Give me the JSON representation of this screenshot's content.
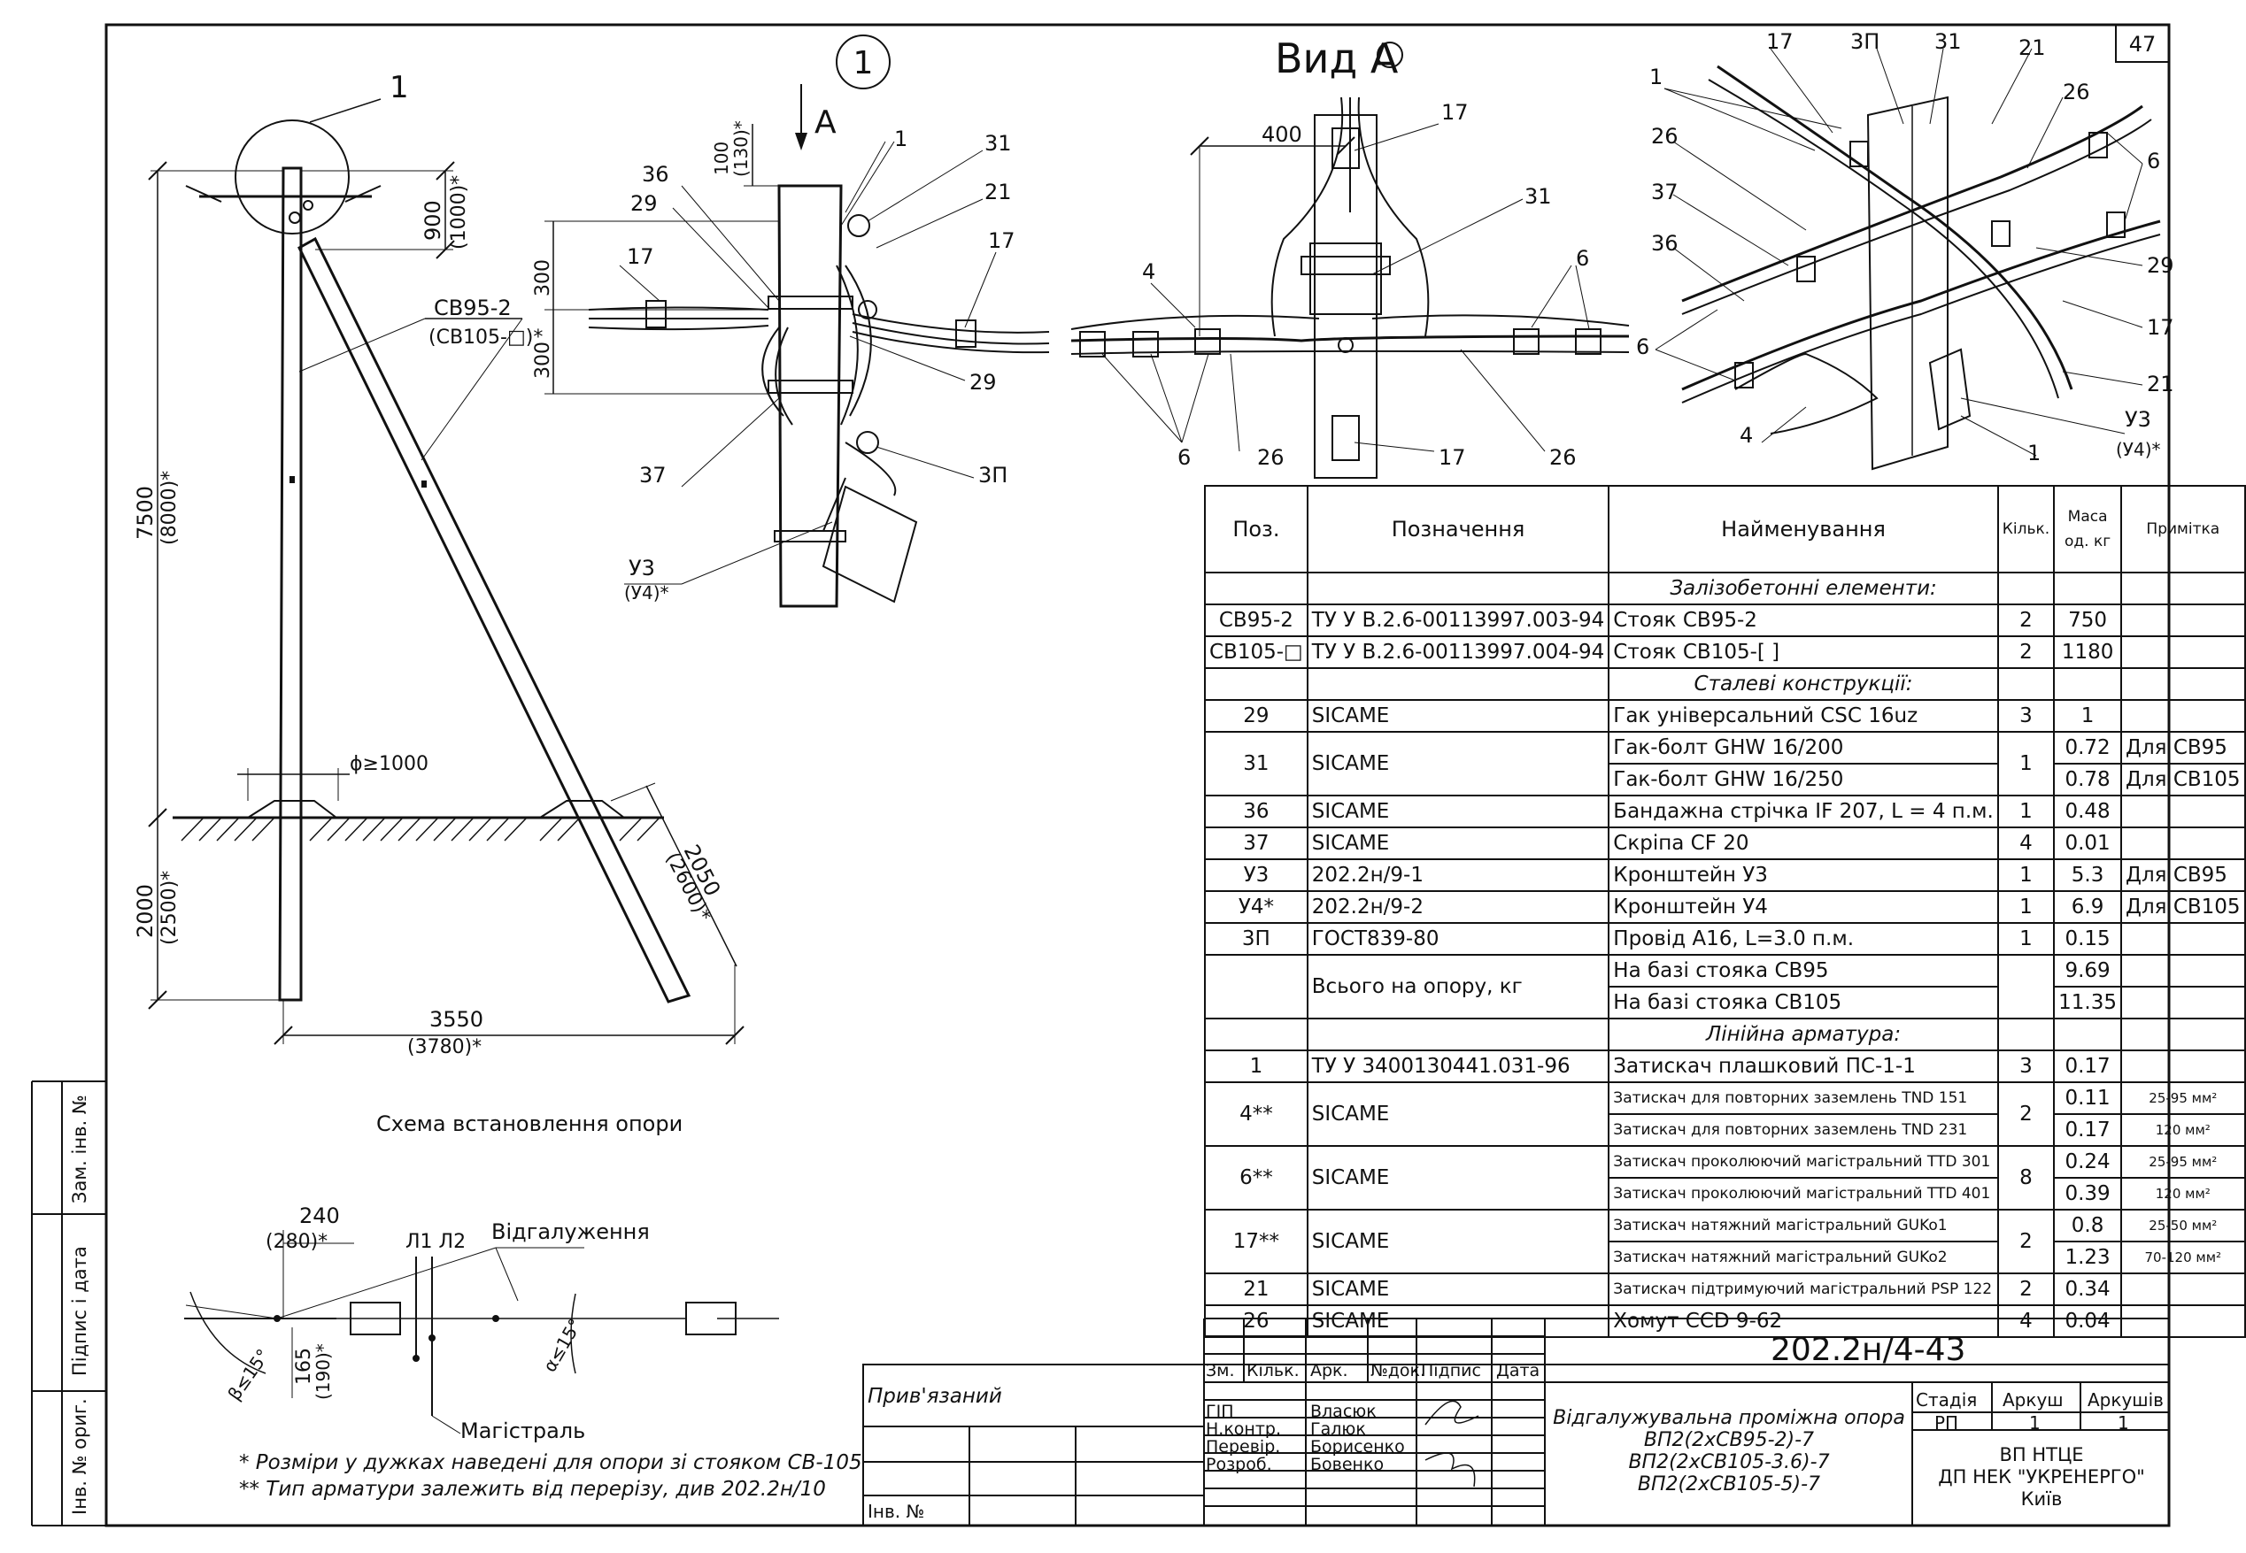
{
  "sheet": {
    "number": "47"
  },
  "callout_circle": "1",
  "view_title": "Вид А",
  "view_arrow": "А",
  "labels": {
    "pos_1": "1",
    "pos_3P": "3П",
    "pos_31": "31",
    "pos_21": "21",
    "pos_26": "26",
    "pos_17": "17",
    "pos_6": "6",
    "pos_29": "29",
    "pos_37": "37",
    "pos_36": "36",
    "pos_4": "4",
    "pos_U3": "У3",
    "pos_U4": "(У4)*",
    "cb95": "СВ95-2",
    "cb105": "(СВ105-□)*",
    "dim_900": "900",
    "dim_1000": "(1000)*",
    "dim_7500": "7500",
    "dim_8000": "(8000)*",
    "dim_2000": "2000",
    "dim_2500": "(2500)*",
    "dim_3550": "3550",
    "dim_3780": "(3780)*",
    "dim_2050": "2050",
    "dim_2600": "(2600)*",
    "dim_phi": "ϕ≥1000",
    "dim_300a": "300",
    "dim_300b": "300",
    "dim_100": "100",
    "dim_130": "(130)*",
    "dim_400": "400",
    "dim_240": "240",
    "dim_280": "(280)*",
    "dim_165": "165",
    "dim_190": "(190)*",
    "l1l2": "Л1 Л2",
    "branch": "Відгалуження",
    "main": "Магістраль",
    "angle_b": "β≤15°",
    "angle_a": "α≤15°",
    "scheme_caption": "Схема встановлення опори",
    "note1": "* Розміри у дужках наведені для опори зі стояком СВ-105",
    "note2": "** Тип арматури залежить від перерізу, див 202.2н/10"
  },
  "spec_table": {
    "headers": [
      "Поз.",
      "Позначення",
      "Найменування",
      "Кільк.",
      "Маса од. кг",
      "Примітка"
    ],
    "sections": {
      "concrete": "Залізобетонні елементи:",
      "steel": "Сталеві конструкції:",
      "fittings": "Лінійна арматура:"
    },
    "rows": {
      "r1": [
        "СВ95-2",
        "ТУ У В.2.6-00113997.003-94",
        "Стояк СВ95-2",
        "2",
        "750",
        ""
      ],
      "r2": [
        "СВ105-□",
        "ТУ У В.2.6-00113997.004-94",
        "Стояк СВ105-[    ]",
        "2",
        "1180",
        ""
      ],
      "r3": [
        "29",
        "SICAME",
        "Гак універсальний CSC 16uz",
        "3",
        "1",
        ""
      ],
      "r4a": [
        "31",
        "SICAME",
        "Гак-болт GHW 16/200",
        "1",
        "0.72",
        "Для СВ95"
      ],
      "r4b": [
        "",
        "",
        "Гак-болт GHW 16/250",
        "",
        "0.78",
        "Для СВ105"
      ],
      "r5": [
        "36",
        "SICAME",
        "Бандажна стрічка IF 207, L = 4 п.м.",
        "1",
        "0.48",
        ""
      ],
      "r6": [
        "37",
        "SICAME",
        "Скріпа CF 20",
        "4",
        "0.01",
        ""
      ],
      "r7": [
        "У3",
        "202.2н/9-1",
        "Кронштейн У3",
        "1",
        "5.3",
        "Для СВ95"
      ],
      "r8": [
        "У4*",
        "202.2н/9-2",
        "Кронштейн У4",
        "1",
        "6.9",
        "Для СВ105"
      ],
      "r9": [
        "3П",
        "ГОСТ839-80",
        "Провід А16, L=3.0 п.м.",
        "1",
        "0.15",
        ""
      ],
      "r10a": [
        "",
        "Всього на опору, кг",
        "На базі стояка СВ95",
        "",
        "9.69",
        ""
      ],
      "r10b": [
        "",
        "",
        "На базі стояка СВ105",
        "",
        "11.35",
        ""
      ],
      "r11": [
        "1",
        "ТУ У 3400130441.031-96",
        "Затискач плашковий ПС-1-1",
        "3",
        "0.17",
        ""
      ],
      "r12a": [
        "4**",
        "SICAME",
        "Затискач для повторних заземлень TND 151",
        "2",
        "0.11",
        "25-95 мм²"
      ],
      "r12b": [
        "",
        "",
        "Затискач для повторних заземлень TND 231",
        "",
        "0.17",
        "120 мм²"
      ],
      "r13a": [
        "6**",
        "SICAME",
        "Затискач проколюючий магістральний TTD 301",
        "8",
        "0.24",
        "25-95 мм²"
      ],
      "r13b": [
        "",
        "",
        "Затискач проколюючий магістральний TTD 401",
        "",
        "0.39",
        "120 мм²"
      ],
      "r14a": [
        "17**",
        "SICAME",
        "Затискач натяжний магістральний GUKo1",
        "2",
        "0.8",
        "25-50 мм²"
      ],
      "r14b": [
        "",
        "",
        "Затискач натяжний магістральний GUKo2",
        "",
        "1.23",
        "70-120 мм²"
      ],
      "r15": [
        "21",
        "SICAME",
        "Затискач підтримуючий магістральний PSP 122",
        "2",
        "0.34",
        ""
      ],
      "r16": [
        "26",
        "SICAME",
        "Хомут CCD 9-62",
        "4",
        "0.04",
        ""
      ]
    }
  },
  "title_block": {
    "doc_code": "202.2н/4-43",
    "attached": "Прив'язаний",
    "inv_no": "Інв. №",
    "cols": [
      "Зм.",
      "Кільк.",
      "Арк.",
      "№док.",
      "Підпис",
      "Дата"
    ],
    "roles": [
      "ГІП",
      "Н.контр.",
      "Перевір.",
      "Розроб."
    ],
    "names": [
      "Власюк",
      "Галюк",
      "Борисенко",
      "Бовенко"
    ],
    "title_lines": [
      "Відгалужувальна проміжна опора",
      "ВП2(2хСВ95-2)-7",
      "ВП2(2хСВ105-3.6)-7",
      "ВП2(2хСВ105-5)-7"
    ],
    "stage_hdr": [
      "Стадія",
      "Аркуш",
      "Аркушів"
    ],
    "stage_val": [
      "РП",
      "1",
      "1"
    ],
    "org": [
      "ВП НТЦЕ",
      "ДП НЕК \"УКРЕНЕРГО\"",
      "Київ"
    ]
  },
  "side_stamp": [
    "Зам. інв. №",
    "Підпис і дата",
    "Інв. № ориг."
  ]
}
